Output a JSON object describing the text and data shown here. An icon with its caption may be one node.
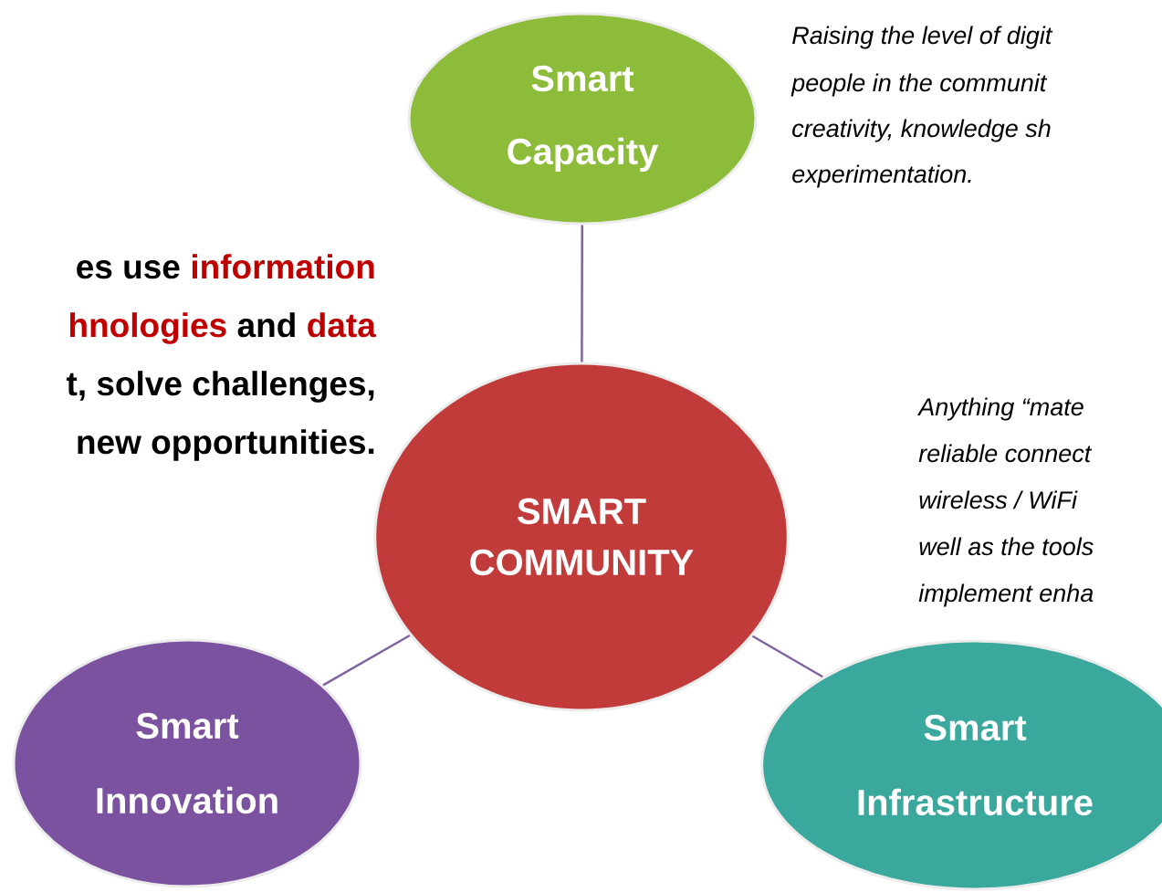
{
  "diagram": {
    "nodes": [
      {
        "text": [
          "Smart Capacity"
        ]
      },
      {
        "text": [
          "SMART COMMUNITY"
        ]
      },
      {
        "text": [
          "Smart Innovation"
        ]
      },
      {
        "text": [
          "Smart Infrastructure"
        ]
      }
    ],
    "edges": [
      {
        "from": 0,
        "to": 1,
        "arrow": "none"
      },
      {
        "from": 2,
        "to": 1,
        "arrow": "none"
      },
      {
        "from": 3,
        "to": 1,
        "arrow": "none"
      }
    ],
    "labels": [
      "Raising the level of digit",
      "people in the communit",
      "creativity, knowledge sh",
      "experimentation.",
      "es use",
      "information",
      "hnologies",
      "and",
      "data",
      "t, solve challenges,",
      "new opportunities.",
      "Anything “mate",
      "reliable connect",
      "wireless / WiFi",
      "well as the tools",
      "implement enha"
    ]
  }
}
